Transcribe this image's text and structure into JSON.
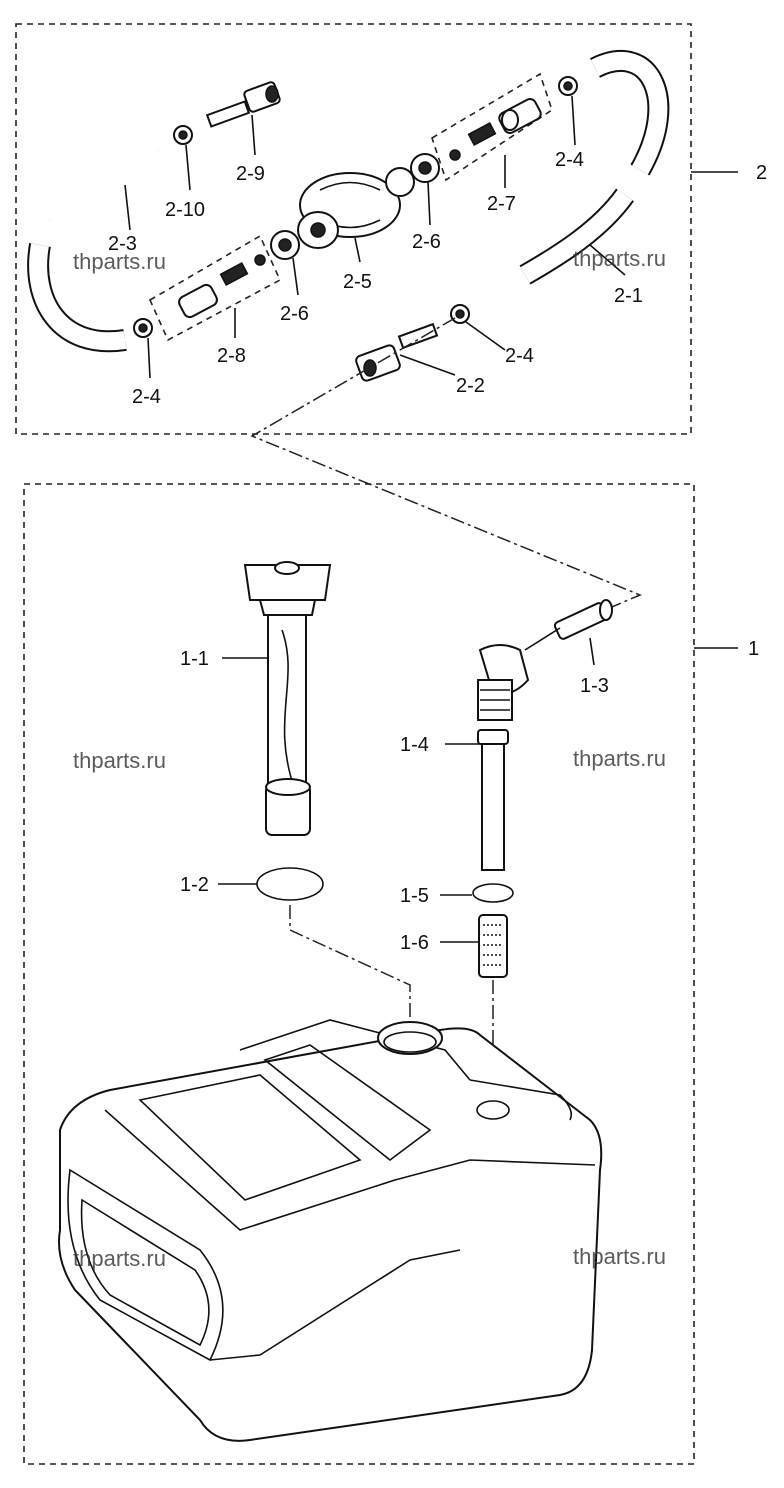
{
  "groups": {
    "group2": "2",
    "group1": "1"
  },
  "labels": {
    "p2_1": "2-1",
    "p2_2": "2-2",
    "p2_3": "2-3",
    "p2_4a": "2-4",
    "p2_4b": "2-4",
    "p2_4c": "2-4",
    "p2_5": "2-5",
    "p2_6a": "2-6",
    "p2_6b": "2-6",
    "p2_7": "2-7",
    "p2_8": "2-8",
    "p2_9": "2-9",
    "p2_10": "2-10",
    "p1_1": "1-1",
    "p1_2": "1-2",
    "p1_3": "1-3",
    "p1_4": "1-4",
    "p1_5": "1-5",
    "p1_6": "1-6"
  },
  "watermarks": {
    "w1": "thparts.ru",
    "w2": "thparts.ru",
    "w3": "thparts.ru",
    "w4": "thparts.ru",
    "w5": "thparts.ru",
    "w6": "thparts.ru"
  }
}
